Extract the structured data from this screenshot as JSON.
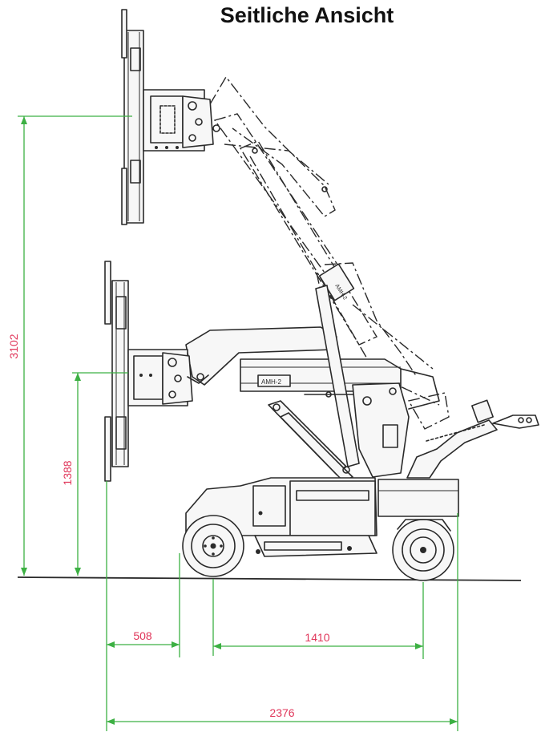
{
  "title": "Seitliche Ansicht",
  "colors": {
    "dimension_line": "#3cb043",
    "dimension_text": "#e0365a",
    "machine": "#2a2a2a"
  },
  "dimensions": {
    "max_height": "3102",
    "low_height": "1388",
    "front_overhang": "508",
    "wheelbase": "1410",
    "total_length": "2376"
  },
  "labels": {
    "boom_plate_upper": "AMH-2",
    "boom_plate_lower": "AMH-2"
  }
}
